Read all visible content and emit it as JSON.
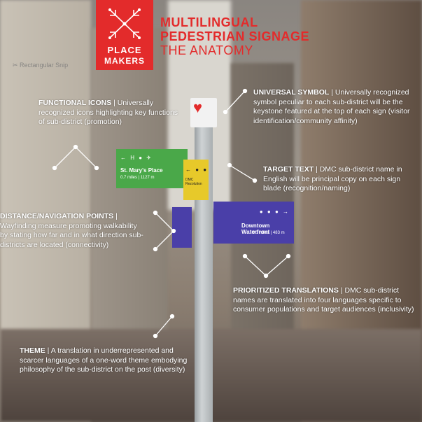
{
  "logo": {
    "line1": "PLACE",
    "line2": "MAKERS"
  },
  "title": {
    "line1": "MULTILINGUAL",
    "line2": "PEDESTRIAN SIGNAGE",
    "line3": "THE ANATOMY"
  },
  "snip_label": "Rectangular Snip",
  "callouts": {
    "functional": {
      "heading": "FUNCTIONAL ICONS",
      "text": " | Universally recognized icons highlighting key functions of sub-district (promotion)"
    },
    "universal": {
      "heading": "UNIVERSAL SYMBOL",
      "text": " | Universally recognized symbol peculiar to each sub-district will be the keystone featured at the top of each sign (visitor identification/community affinity)"
    },
    "target": {
      "heading": "TARGET TEXT",
      "text": " | DMC sub-district name in English will be principal copy on each sign blade (recognition/naming)"
    },
    "distance": {
      "heading": "DISTANCE/NAVIGATION POINTS",
      "text": " | Wayfinding measure promoting walkability by stating how far and in what direction sub-districts are located (connectivity)"
    },
    "translations": {
      "heading": "PRIORITIZED TRANSLATIONS",
      "text": " | DMC sub-district names are translated into four languages specific to consumer populations and target audiences (inclusivity)"
    },
    "theme": {
      "heading": "THEME",
      "text": " | A translation in underrepresented and scarcer languages of a one-word theme embodying philosophy of the sub-district on the post (diversity)"
    }
  },
  "signs": {
    "green": {
      "name": "St. Mary's Place",
      "dist": "0.7 miles | 1127 m",
      "icons": "← H ● ✈"
    },
    "yellow": {
      "name": "DMC Rezolution",
      "icons": "← ● ●"
    },
    "blue": {
      "name": "Downtown Waterfront",
      "dist": "0.3 miles | 483 m",
      "icons": "● ● ● →"
    }
  },
  "colors": {
    "accent": "#e32b2b",
    "green": "#4aa849",
    "yellow": "#e7c92a",
    "blue": "#4a3fa8"
  }
}
